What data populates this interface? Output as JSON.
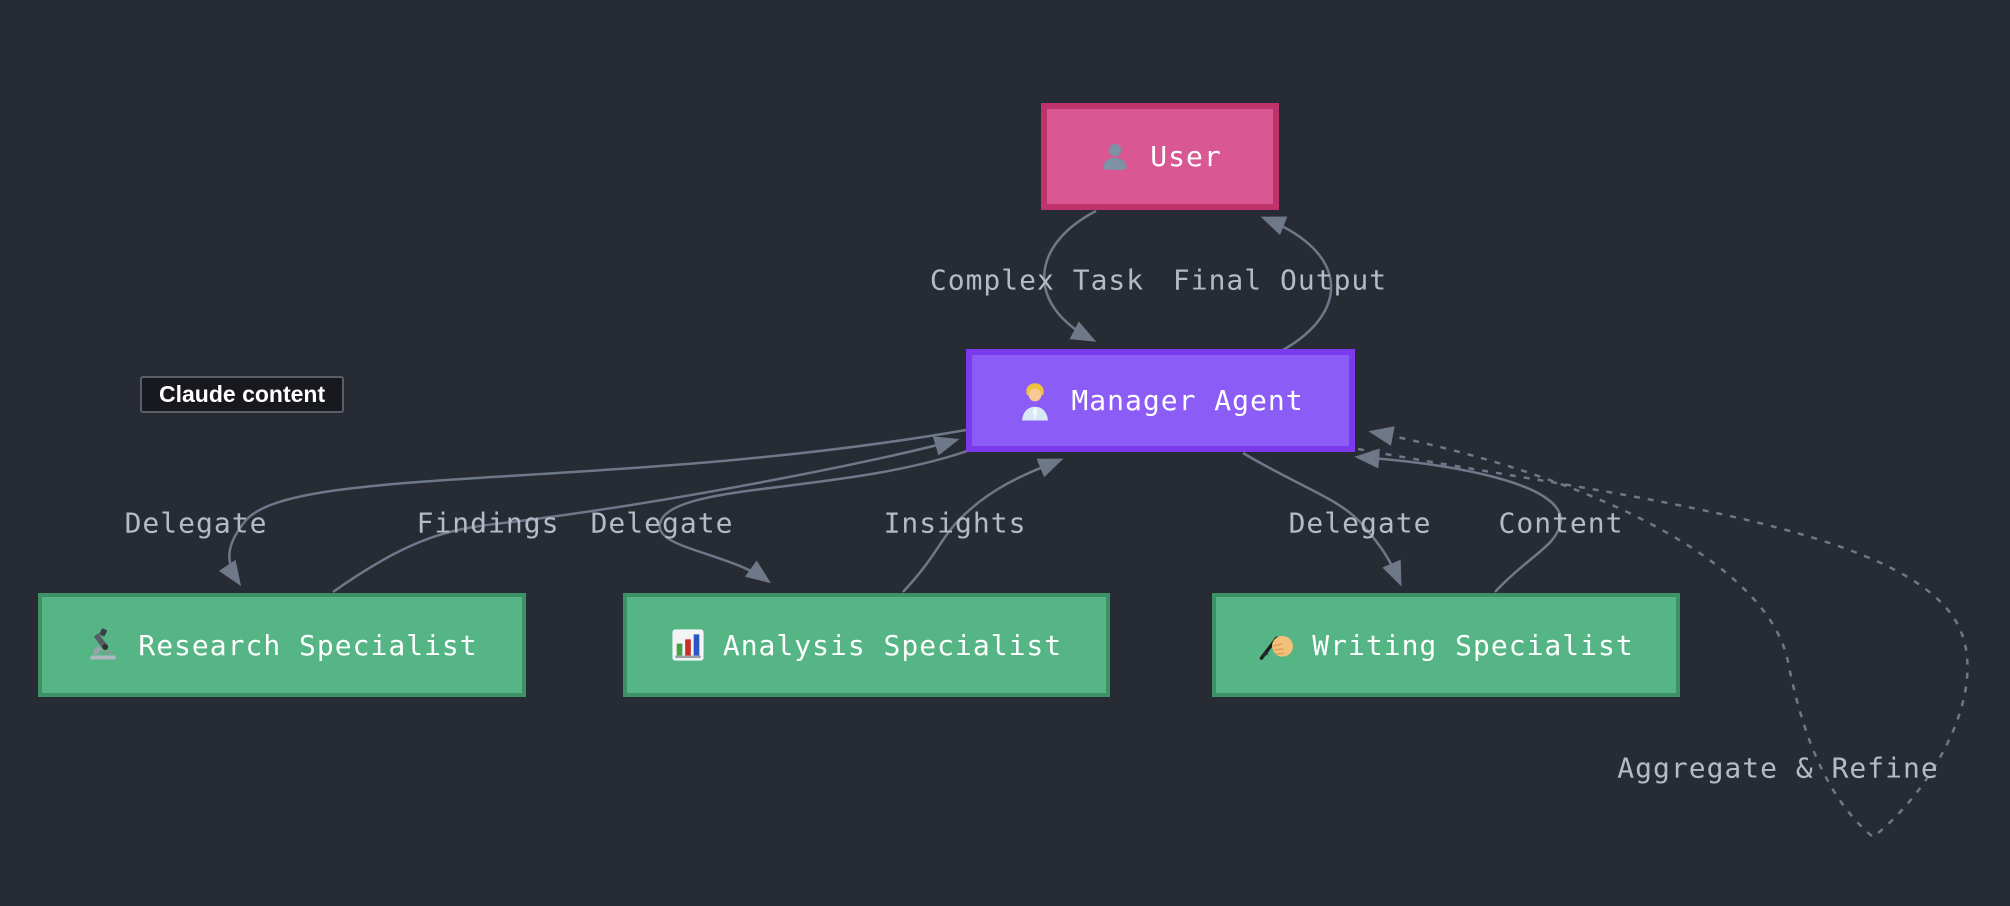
{
  "diagram": {
    "background": "#272b33",
    "edge_color": "#6e7889",
    "edge_label_color": "#b4bac6",
    "nodes": {
      "user": {
        "label": "User",
        "icon": "user-icon",
        "fill": "#d95792",
        "border": "#c0336a",
        "text_color": "#ffffff"
      },
      "manager": {
        "label": "Manager Agent",
        "icon": "office-worker-icon",
        "fill": "#8b5cf6",
        "border": "#7c3aed",
        "text_color": "#ffffff"
      },
      "research": {
        "label": "Research Specialist",
        "icon": "microscope-icon",
        "fill": "#55b584",
        "border": "#3e9167",
        "text_color": "#ffffff"
      },
      "analysis": {
        "label": "Analysis Specialist",
        "icon": "bar-chart-icon",
        "fill": "#55b584",
        "border": "#3e9167",
        "text_color": "#ffffff"
      },
      "writing": {
        "label": "Writing Specialist",
        "icon": "writing-hand-icon",
        "fill": "#55b584",
        "border": "#3e9167",
        "text_color": "#ffffff"
      }
    },
    "edges": [
      {
        "from": "user",
        "to": "manager",
        "label": "Complex Task",
        "style": "solid"
      },
      {
        "from": "manager",
        "to": "user",
        "label": "Final Output",
        "style": "solid"
      },
      {
        "from": "manager",
        "to": "research",
        "label": "Delegate",
        "style": "solid"
      },
      {
        "from": "research",
        "to": "manager",
        "label": "Findings",
        "style": "solid"
      },
      {
        "from": "manager",
        "to": "analysis",
        "label": "Delegate",
        "style": "solid"
      },
      {
        "from": "analysis",
        "to": "manager",
        "label": "Insights",
        "style": "solid"
      },
      {
        "from": "manager",
        "to": "writing",
        "label": "Delegate",
        "style": "solid"
      },
      {
        "from": "writing",
        "to": "manager",
        "label": "Content",
        "style": "solid"
      },
      {
        "from": "manager",
        "to": "manager",
        "label": "Aggregate & Refine",
        "style": "dashed"
      }
    ]
  },
  "tooltip": {
    "text": "Claude content"
  }
}
